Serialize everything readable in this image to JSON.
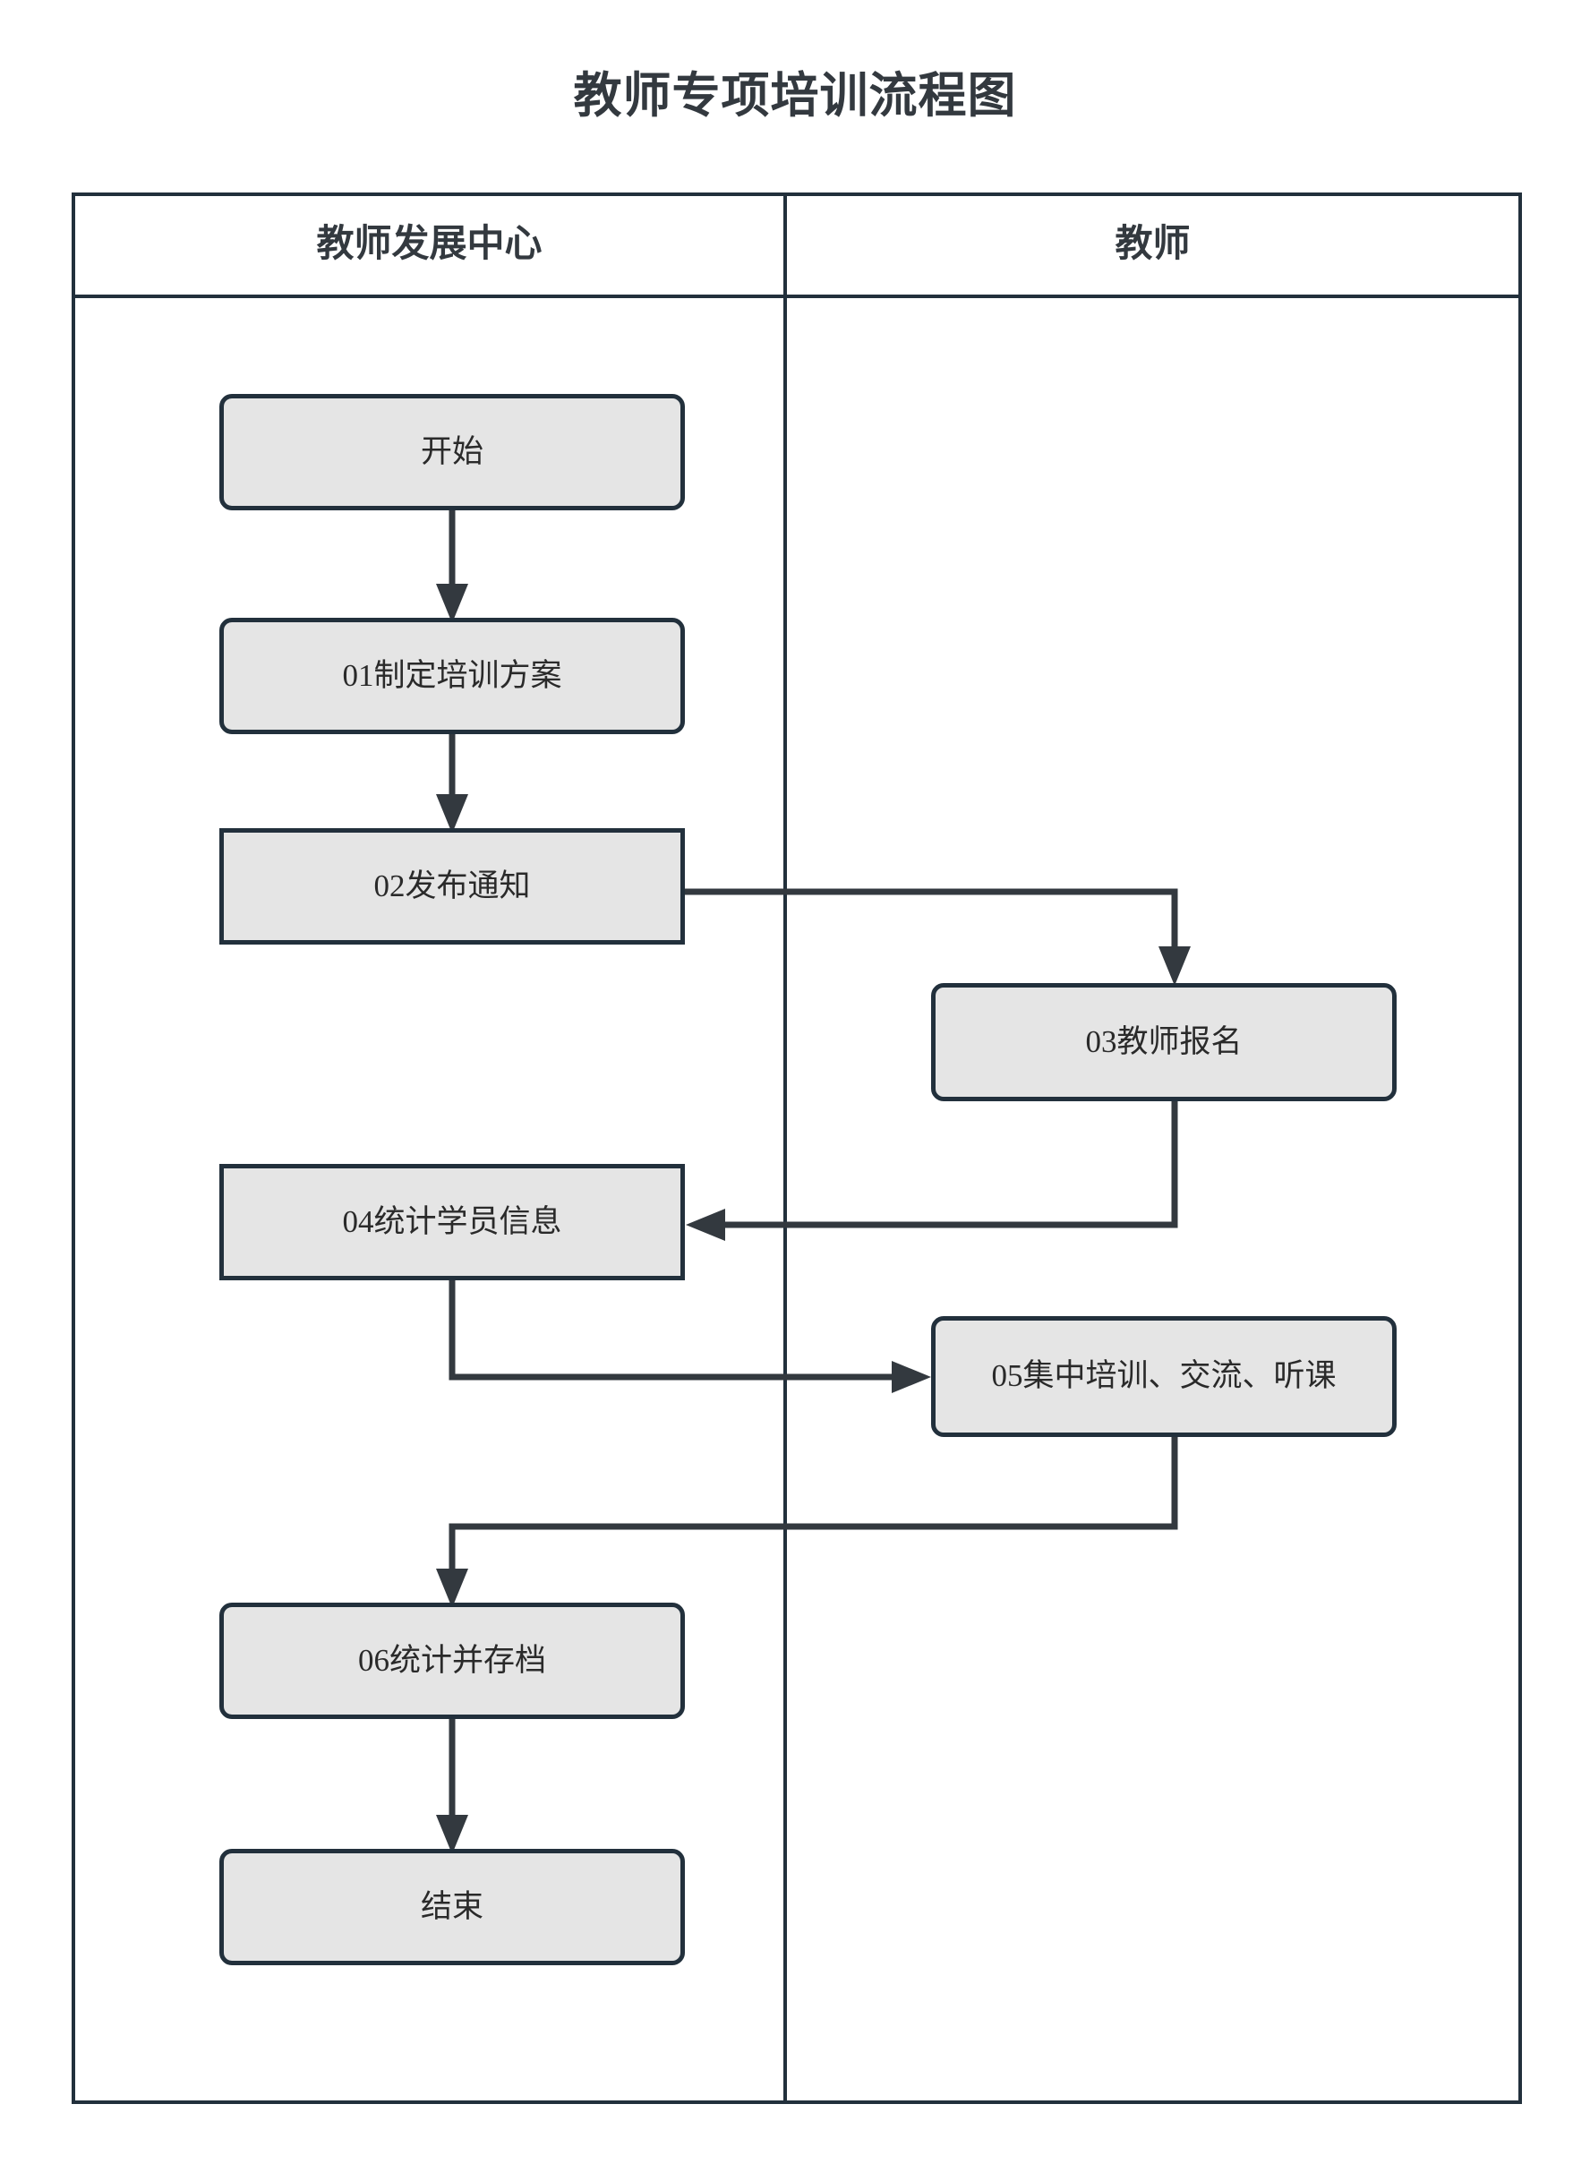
{
  "title": "教师专项培训流程图",
  "lanes": [
    {
      "id": "lane-teacher-development-center",
      "label": "教师发展中心"
    },
    {
      "id": "lane-teacher",
      "label": "教师"
    }
  ],
  "nodes": [
    {
      "id": "start",
      "label": "开始",
      "lane": "教师发展中心",
      "shape": "rounded"
    },
    {
      "id": "step-01",
      "label": "01制定培训方案",
      "lane": "教师发展中心",
      "shape": "rounded"
    },
    {
      "id": "step-02",
      "label": "02发布通知",
      "lane": "教师发展中心",
      "shape": "rectangle"
    },
    {
      "id": "step-03",
      "label": "03教师报名",
      "lane": "教师",
      "shape": "rounded"
    },
    {
      "id": "step-04",
      "label": "04统计学员信息",
      "lane": "教师发展中心",
      "shape": "rectangle"
    },
    {
      "id": "step-05",
      "label": "05集中培训、交流、听课",
      "lane": "教师",
      "shape": "rounded"
    },
    {
      "id": "step-06",
      "label": "06统计并存档",
      "lane": "教师发展中心",
      "shape": "rounded"
    },
    {
      "id": "end",
      "label": "结束",
      "lane": "教师发展中心",
      "shape": "rounded"
    }
  ],
  "edges": [
    {
      "from": "start",
      "to": "step-01"
    },
    {
      "from": "step-01",
      "to": "step-02"
    },
    {
      "from": "step-02",
      "to": "step-03"
    },
    {
      "from": "step-03",
      "to": "step-04"
    },
    {
      "from": "step-04",
      "to": "step-05"
    },
    {
      "from": "step-05",
      "to": "step-06"
    },
    {
      "from": "step-06",
      "to": "end"
    }
  ],
  "colors": {
    "node_fill": "#e5e5e5",
    "stroke": "#22303c",
    "text": "#2a2a2a",
    "background": "#ffffff"
  }
}
